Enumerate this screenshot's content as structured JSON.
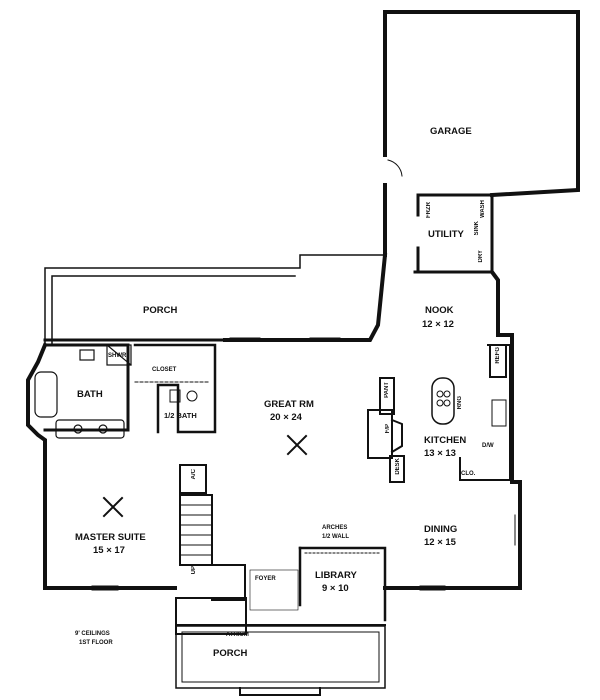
{
  "rooms": {
    "garage": "GARAGE",
    "utility": "UTILITY",
    "porch_rear": "PORCH",
    "nook": "NOOK",
    "nook_dim": "12 × 12",
    "bath": "BATH",
    "shower": "SHWR",
    "closet": "CLOSET",
    "half_bath": "1/2 BATH",
    "great_room": "GREAT RM",
    "great_room_dim": "20 × 24",
    "kitchen": "KITCHEN",
    "kitchen_dim": "13 × 13",
    "master_suite": "MASTER SUITE",
    "master_suite_dim": "15 × 17",
    "dining": "DINING",
    "dining_dim": "12 × 15",
    "library": "LIBRARY",
    "library_dim": "9 × 10",
    "foyer": "FOYER",
    "atrium": "ATRIUM",
    "porch_front": "PORCH"
  },
  "fixtures": {
    "freezer": "FRZR",
    "washer": "WASH",
    "sink": "SINK",
    "dryer": "DRY",
    "pantry": "PANT",
    "fireplace": "F/P",
    "range": "RNG",
    "refrigerator": "REFG",
    "dishwasher": "D/W",
    "clo": "CLO.",
    "desk": "DESK",
    "ac": "A/C",
    "up": "UP"
  },
  "notes": {
    "arches_line1": "ARCHES",
    "arches_line2": "1/2 WALL",
    "ceiling_line1": "9' CEILINGS",
    "ceiling_line2": "1ST FLOOR"
  }
}
